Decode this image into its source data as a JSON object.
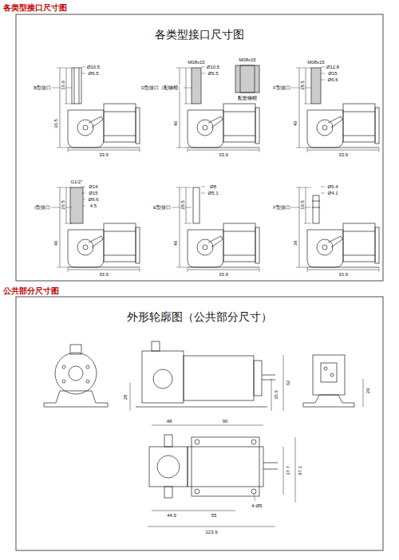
{
  "diagram": {
    "labels": [
      "各类型接口尺寸图",
      "各类型接口尺寸图",
      "B型接口",
      "Ø10.5",
      "Ø6.5",
      "16.9",
      "36.5",
      "33.9",
      "D型接口（配螺帽）",
      "M08x15",
      "Ø10.5",
      "Ø6.5",
      "40",
      "33.9",
      "M08x15",
      "配套螺帽",
      "F型接口",
      "M08x15",
      "Ø12.8",
      "Ø15",
      "Ø6.6",
      "28.5",
      "40",
      "33.9",
      "I型接口",
      "G1/2\"",
      "Ø14",
      "Ø15",
      "Ø6.6",
      "4.5",
      "26.5",
      "40",
      "33.9",
      "E型接口",
      "Ø8",
      "Ø5.1",
      "28.5",
      "40",
      "33.9",
      "F型接口",
      "Ø6.4",
      "Ø4.1",
      "19.5",
      "39",
      "33.9",
      "公共部分尺寸图",
      "外形轮廓图（公共部分尺寸）",
      "62",
      "35.6",
      "28",
      "29",
      "48",
      "90",
      "37.7",
      "97.1",
      "44.9",
      "55",
      "4-Ø5",
      "123.9"
    ]
  }
}
